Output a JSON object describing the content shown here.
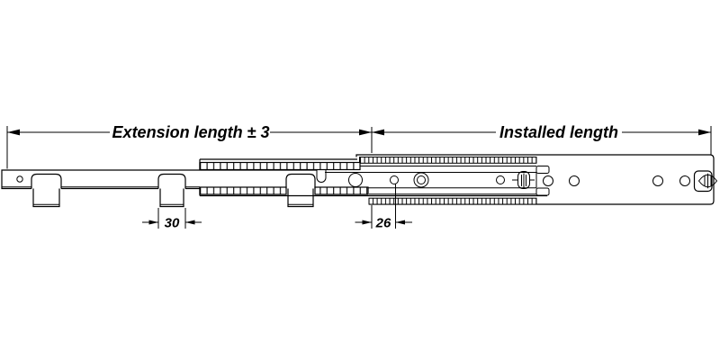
{
  "diagram": {
    "labels": {
      "extension_length": "Extension length ± 3",
      "installed_length": "Installed length",
      "tab_width": "30",
      "hole_offset": "26"
    },
    "colors": {
      "line": "#000000",
      "background": "#ffffff"
    }
  }
}
